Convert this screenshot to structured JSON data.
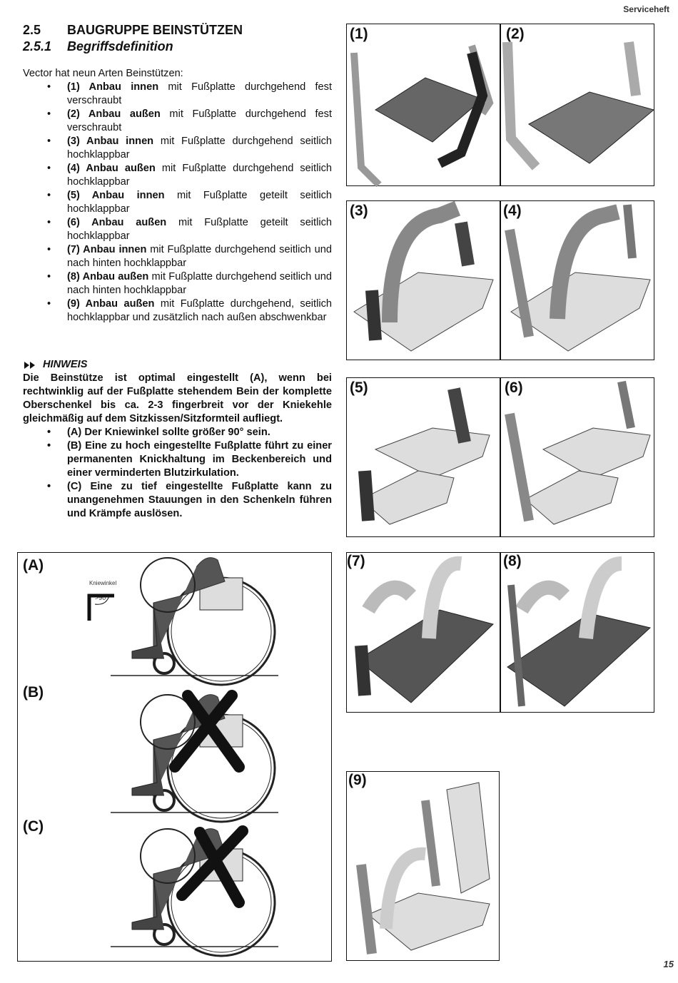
{
  "header": {
    "label": "Serviceheft"
  },
  "page_number": "15",
  "section": {
    "number": "2.5",
    "title": "BAUGRUPPE BEINSTÜTZEN"
  },
  "subsection": {
    "number": "2.5.1",
    "title": "Begriffsdefinition"
  },
  "intro": "Vector hat neun Arten Beinstützen:",
  "types": [
    {
      "bold": "(1) Anbau innen",
      "rest": " mit Fußplatte durchgehend fest verschraubt"
    },
    {
      "bold": "(2) Anbau außen",
      "rest": " mit Fußplatte durchgehend fest verschraubt"
    },
    {
      "bold": "(3) Anbau innen",
      "rest": " mit Fußplatte durchgehend seitlich hochklappbar"
    },
    {
      "bold": "(4) Anbau außen",
      "rest": " mit Fußplatte durchgehend seitlich hochklappbar"
    },
    {
      "bold": "(5) Anbau innen",
      "rest": " mit Fußplatte geteilt seitlich hochklappbar"
    },
    {
      "bold": "(6) Anbau außen",
      "rest": " mit Fußplatte geteilt seitlich hochklappbar"
    },
    {
      "bold": "(7) Anbau innen",
      "rest": " mit Fußplatte durchgehend seitlich und nach hinten hochklappbar"
    },
    {
      "bold": "(8) Anbau außen",
      "rest": " mit Fußplatte durchgehend seitlich und nach hinten hochklappbar"
    },
    {
      "bold": "(9) Anbau außen",
      "rest": " mit Fußplatte durchgehend, seitlich hochklappbar und zusätzlich nach außen abschwenkbar"
    }
  ],
  "hint": {
    "title": "HINWEIS",
    "text": "Die Beinstütze ist optimal eingestellt (A), wenn bei rechtwinklig auf der Fußplatte stehendem Bein der komplette Oberschenkel bis ca. 2-3 fingerbreit vor der Kniekehle gleichmäßig auf dem Sitzkissen/Sitzformteil aufliegt.",
    "bullets": [
      "(A) Der Kniewinkel sollte größer 90° sein.",
      "(B) Eine zu hoch eingestellte Fußplatte führt zu einer permanenten Knickhaltung im Beckenbereich und einer verminderten Blutzirkulation.",
      "(C) Eine zu tief eingestellte Fußplatte kann zu unangenehmen Stauungen in den Schenkeln führen und Krämpfe auslösen."
    ]
  },
  "position_figure": {
    "labels": [
      "(A)",
      "(B)",
      "(C)"
    ],
    "angle_label": "Kniewinkel",
    "angle_value": ">90°"
  },
  "figure_labels": [
    "(1)",
    "(2)",
    "(3)",
    "(4)",
    "(5)",
    "(6)",
    "(7)",
    "(8)",
    "(9)"
  ]
}
